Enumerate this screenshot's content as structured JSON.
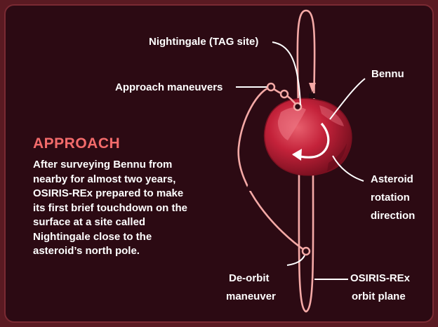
{
  "labels": {
    "nightingale": "Nightingale (TAG site)",
    "approach_maneuvers": "Approach maneuvers",
    "bennu": "Bennu",
    "rotation_line1": "Asteroid",
    "rotation_line2": "rotation",
    "rotation_line3": "direction",
    "deorbit_line1": "De-orbit",
    "deorbit_line2": "maneuver",
    "orbit_line1": "OSIRIS-REx",
    "orbit_line2": "orbit plane"
  },
  "info": {
    "heading": "APPROACH",
    "body": "After surveying Bennu from nearby for almost two years, OSIRIS-REx prepared to make its first brief touchdown on the surface at a site called Nightingale close to the asteroid’s north pole."
  },
  "colors": {
    "background": "#2c0a13",
    "frame": "#5a1a22",
    "path": "#f4a9a6",
    "heading": "#f36b6b",
    "asteroid": "#c4223a",
    "text": "#ffffff"
  }
}
